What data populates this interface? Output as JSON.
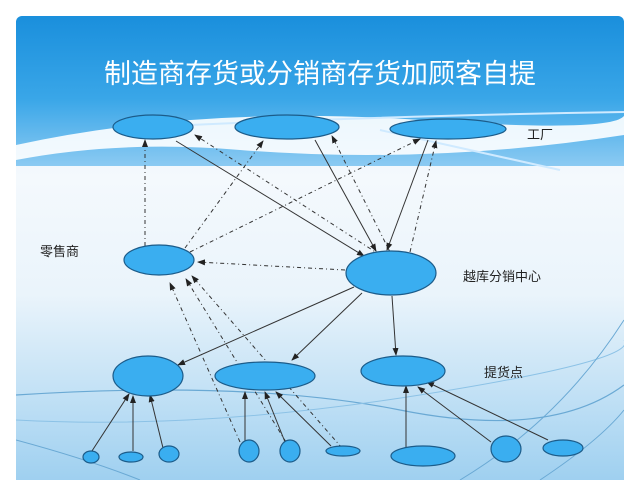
{
  "slide": {
    "title": "制造商存货或分销商存货加顾客自提",
    "labels": {
      "factory": "工厂",
      "retailer": "零售商",
      "cross_dock": "越库分销中心",
      "pickup": "提货点"
    },
    "colors": {
      "node_fill": "#3aaef0",
      "node_stroke": "#1c5c8a",
      "title_band": "#1a8fdc",
      "line": "#333333"
    }
  }
}
